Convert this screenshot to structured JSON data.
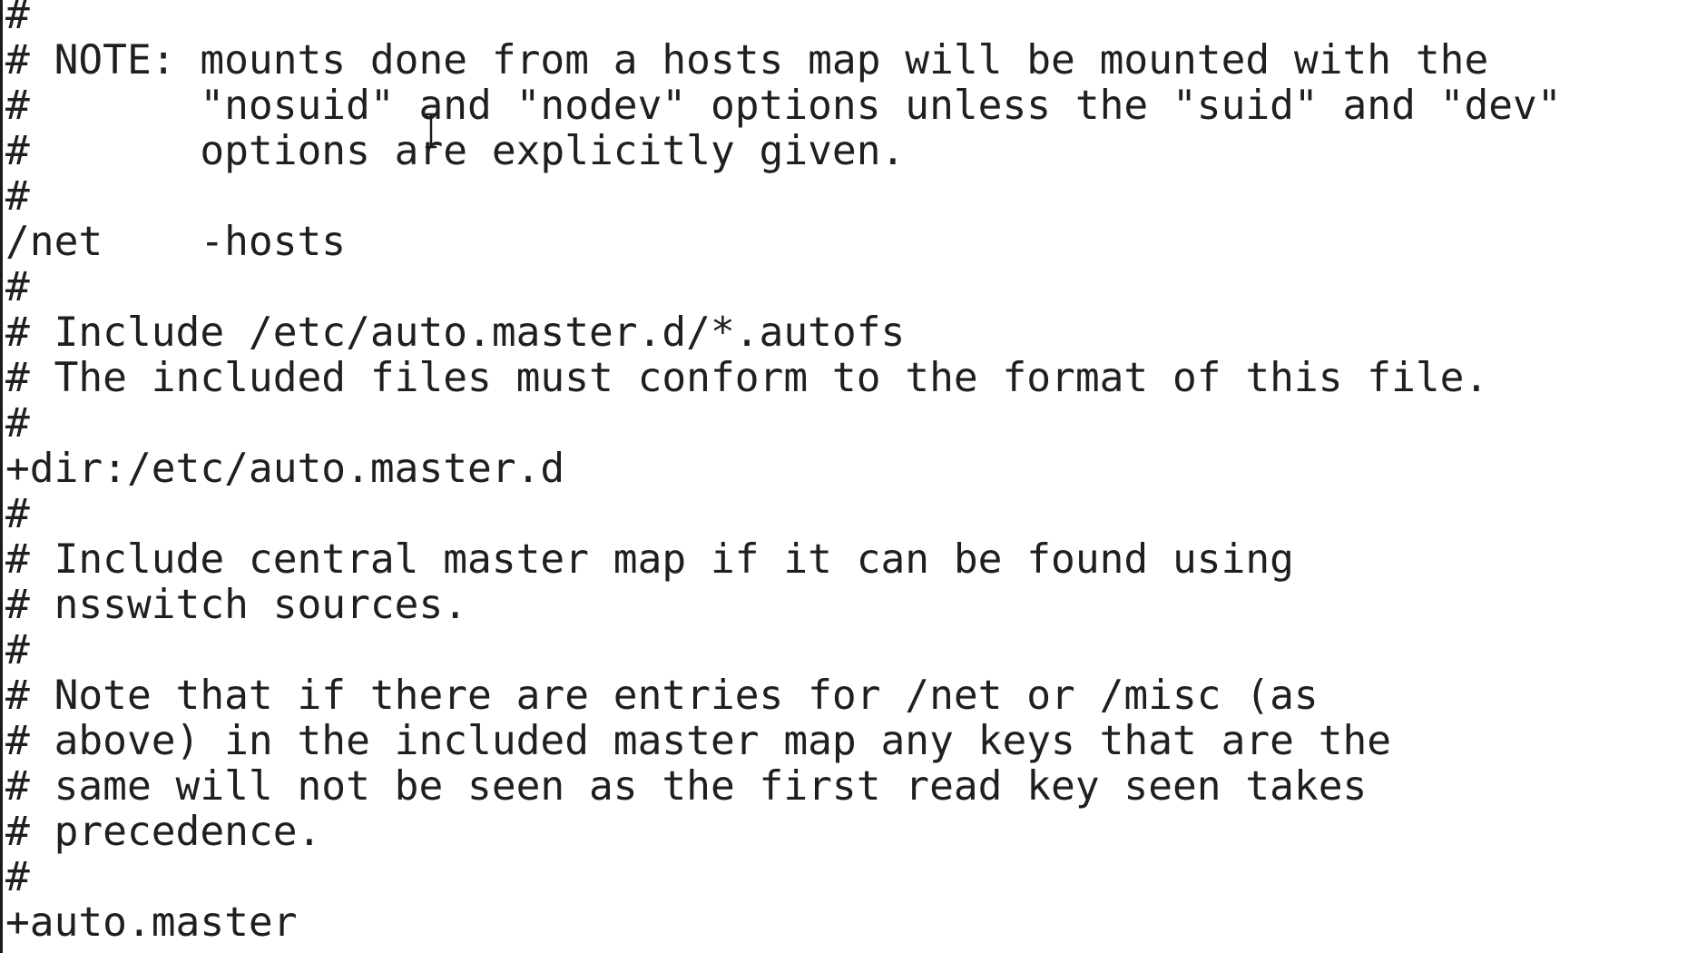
{
  "editor": {
    "lines": [
      "#",
      "# NOTE: mounts done from a hosts map will be mounted with the",
      "#       \"nosuid\" and \"nodev\" options unless the \"suid\" and \"dev\"",
      "#       options are explicitly given.",
      "#",
      "/net    -hosts",
      "#",
      "# Include /etc/auto.master.d/*.autofs",
      "# The included files must conform to the format of this file.",
      "#",
      "+dir:/etc/auto.master.d",
      "#",
      "# Include central master map if it can be found using",
      "# nsswitch sources.",
      "#",
      "# Note that if there are entries for /net or /misc (as",
      "# above) in the included master map any keys that are the",
      "# same will not be seen as the first read key seen takes",
      "# precedence.",
      "#",
      "+auto.master"
    ],
    "text_color": "#1f1f1f",
    "background": "#ffffff",
    "cursor_icon": "ibeam-cursor-icon"
  }
}
